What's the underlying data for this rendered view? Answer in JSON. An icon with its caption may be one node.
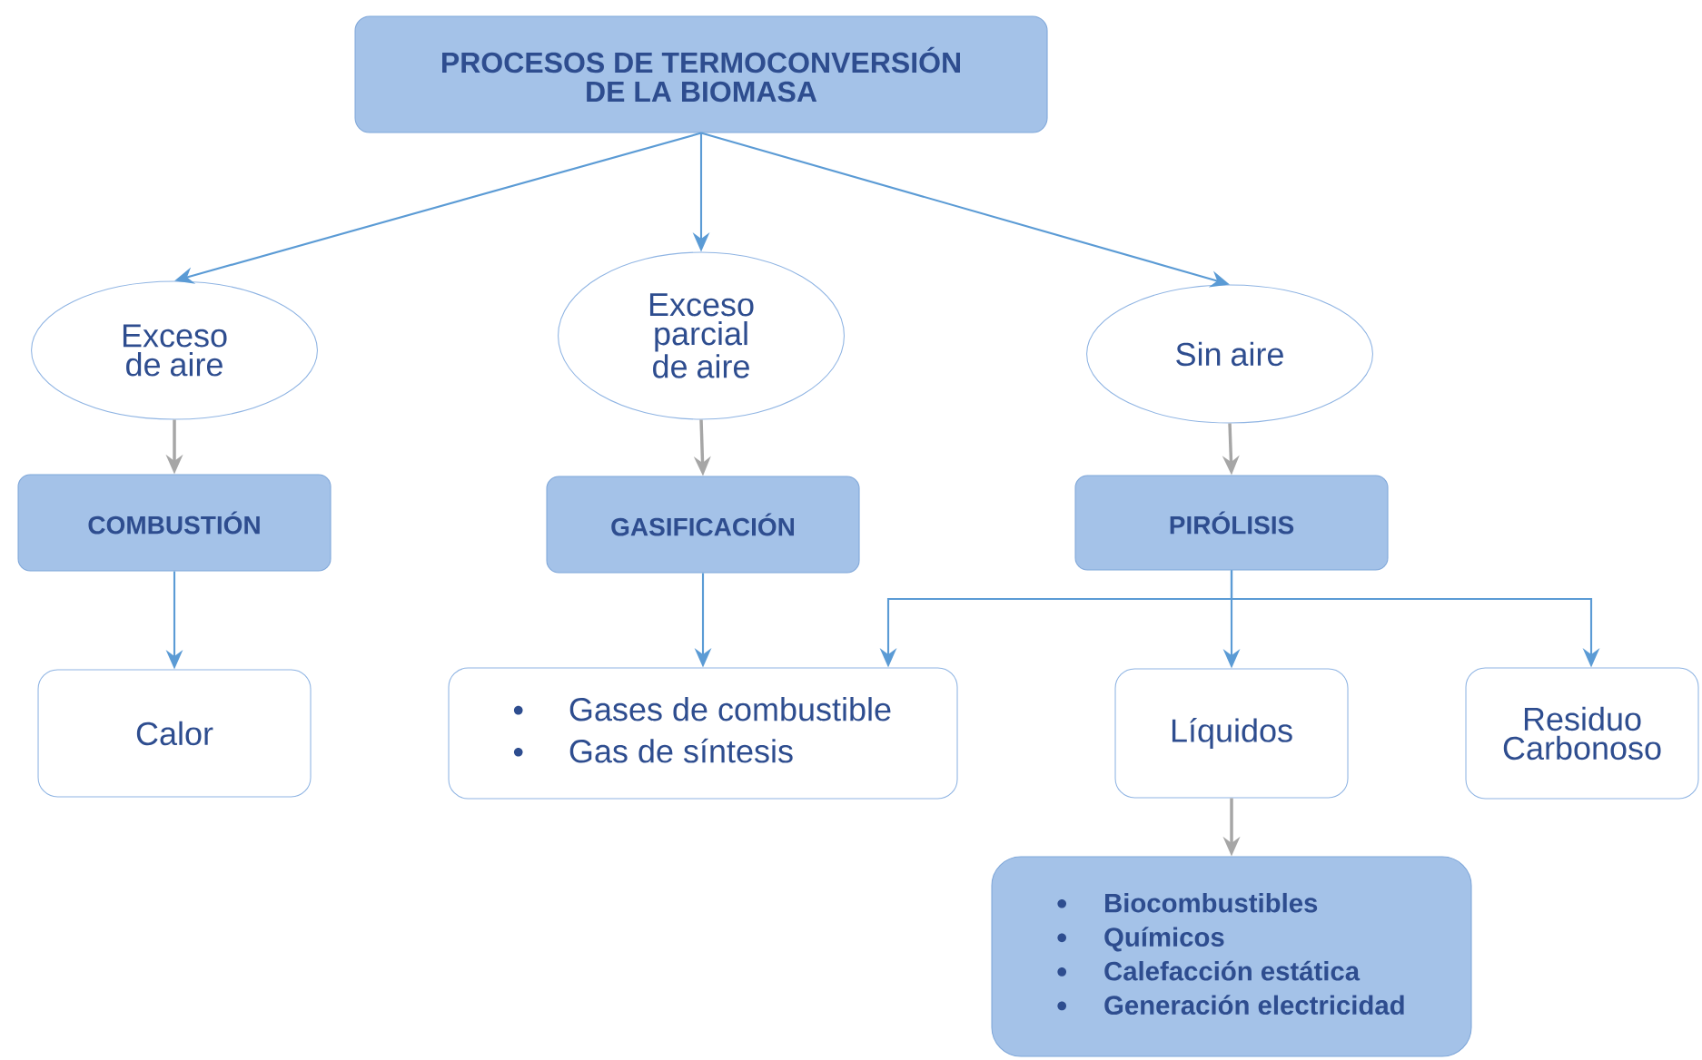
{
  "diagram": {
    "nodes": [
      {
        "text": [
          "PROCESOS DE TERMOCONVERSIÓN DE LA BIOMASA"
        ]
      },
      {
        "text": [
          "Exceso de aire"
        ]
      },
      {
        "text": [
          "Exceso parcial de aire"
        ]
      },
      {
        "text": [
          "Sin aire"
        ]
      },
      {
        "text": [
          "COMBUSTIÓN"
        ]
      },
      {
        "text": [
          "GASIFICACIÓN"
        ]
      },
      {
        "text": [
          "PIRÓLISIS"
        ]
      },
      {
        "text": [
          "Calor"
        ]
      },
      {
        "text": [
          "Gases de combustible",
          "Gas de síntesis"
        ]
      },
      {
        "text": [
          "Líquidos"
        ]
      },
      {
        "text": [
          "Residuo Carbonoso"
        ]
      },
      {
        "text": [
          "Biocombustibles",
          "Químicos",
          "Calefacción estática",
          "Generación electricidad"
        ]
      }
    ],
    "edges": [
      {
        "from": 0,
        "to": 1,
        "arrow": "to"
      },
      {
        "from": 0,
        "to": 2,
        "arrow": "to"
      },
      {
        "from": 0,
        "to": 3,
        "arrow": "to"
      },
      {
        "from": 1,
        "to": 4,
        "arrow": "to",
        "color": "#a6a6a6"
      },
      {
        "from": 2,
        "to": 5,
        "arrow": "to",
        "color": "#a6a6a6"
      },
      {
        "from": 3,
        "to": 6,
        "arrow": "to",
        "color": "#a6a6a6"
      },
      {
        "from": 4,
        "to": 7,
        "arrow": "to"
      },
      {
        "from": 5,
        "to": 8,
        "arrow": "to"
      },
      {
        "from": 6,
        "to": 8,
        "arrow": "to"
      },
      {
        "from": 6,
        "to": 9,
        "arrow": "to"
      },
      {
        "from": 6,
        "to": 10,
        "arrow": "to"
      },
      {
        "from": 9,
        "to": 11,
        "arrow": "to",
        "color": "#a6a6a6"
      }
    ]
  }
}
